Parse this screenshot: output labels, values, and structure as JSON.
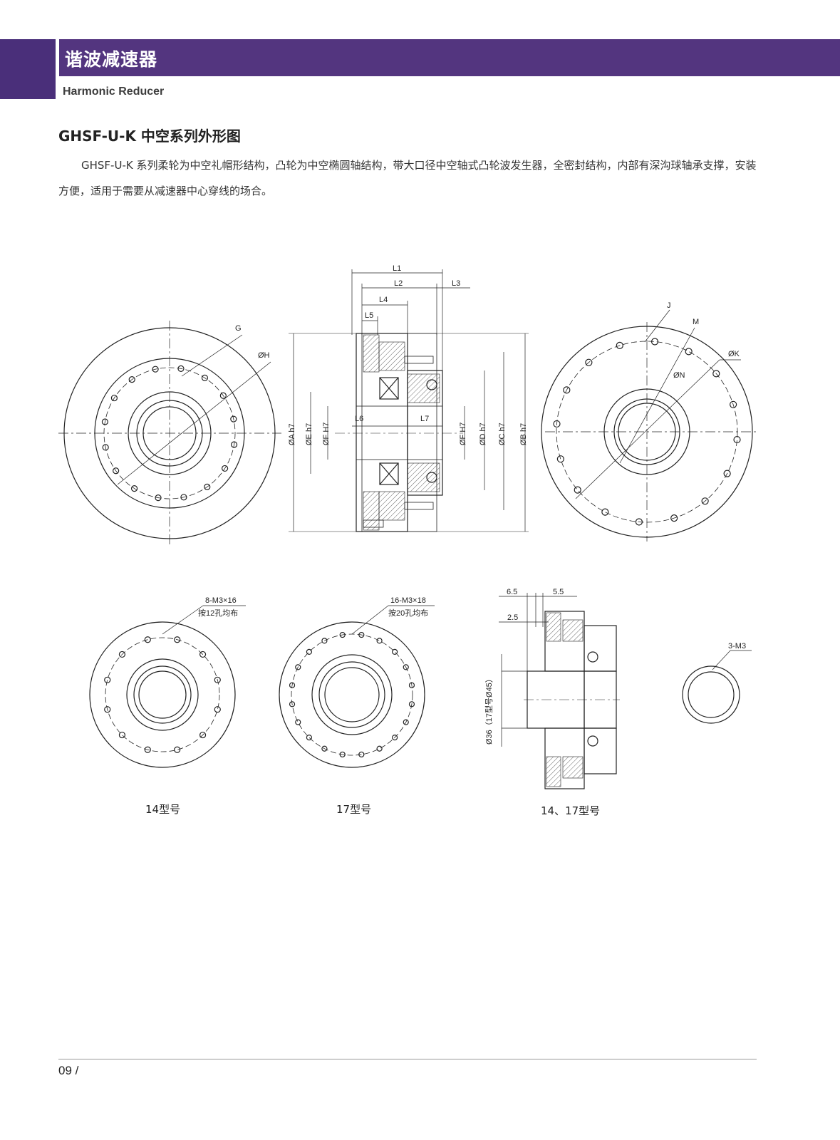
{
  "header": {
    "title": "谐波减速器",
    "subtitle": "Harmonic Reducer",
    "accent_color": "#53357f"
  },
  "section": {
    "title": "GHSF-U-K 中空系列外形图",
    "description": "GHSF-U-K 系列柔轮为中空礼帽形结构，凸轮为中空椭圆轴结构，带大口径中空轴式凸轮波发生器，全密封结构，内部有深沟球轴承支撑，安装方便，适用于需要从减速器中心穿线的场合。"
  },
  "drawing_labels": {
    "G": "G",
    "H": "ØH",
    "L1": "L1",
    "L2": "L2",
    "L3": "L3",
    "L4": "L4",
    "L5": "L5",
    "L6": "L6",
    "L7": "L7",
    "A": "ØA h7",
    "E": "ØE h7",
    "FH": "ØF H7",
    "FH2": "ØF H7",
    "D": "ØD h7",
    "C": "ØC h7",
    "B": "ØB h7",
    "J": "J",
    "M": "M",
    "K": "ØK",
    "N": "ØN",
    "m14_note1": "8-M3×16",
    "m14_note2": "按12孔均布",
    "m17_note1": "16-M3×18",
    "m17_note2": "按20孔均布",
    "d65": "6.5",
    "d55": "5.5",
    "d25": "2.5",
    "d36": "Ø36（17型号Ø45）",
    "m3": "3-M3"
  },
  "captions": {
    "model14": "14型号",
    "model17": "17型号",
    "model1417": "14、17型号"
  },
  "footer": {
    "page_number": "09",
    "separator": "/"
  }
}
